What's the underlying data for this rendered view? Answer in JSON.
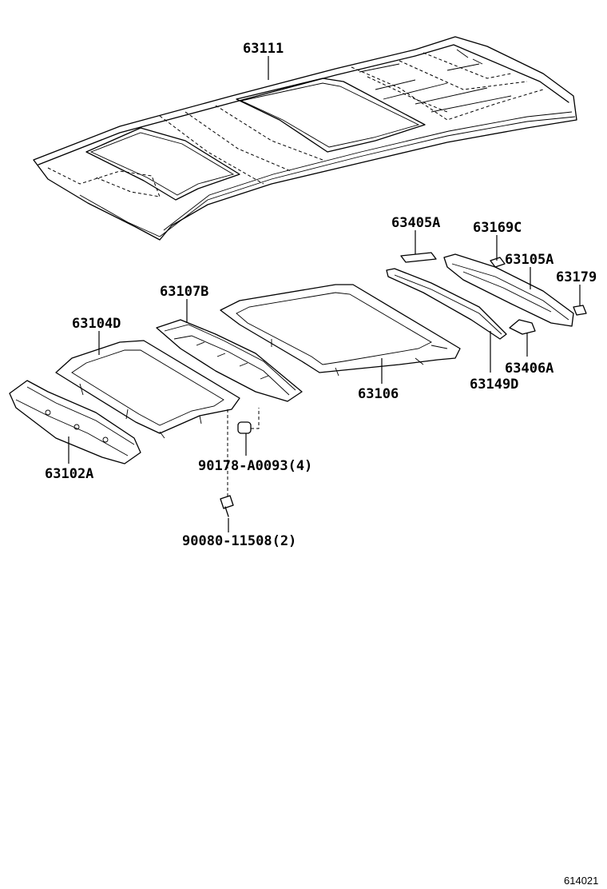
{
  "parts": {
    "roof_panel": "63111",
    "rail_63405a": "63405A",
    "pad_63169c": "63169C",
    "rail_63105a": "63105A",
    "pad_63179": "63179",
    "rail_63107b": "63107B",
    "frame_63104d": "63104D",
    "frame_63106": "63106",
    "rail_63149d": "63149D",
    "bracket_63406a": "63406A",
    "rail_63102a": "63102A",
    "clip_90178": "90178-A0093(4)",
    "bolt_90080": "90080-11508(2)"
  },
  "diagram_id": "614021"
}
